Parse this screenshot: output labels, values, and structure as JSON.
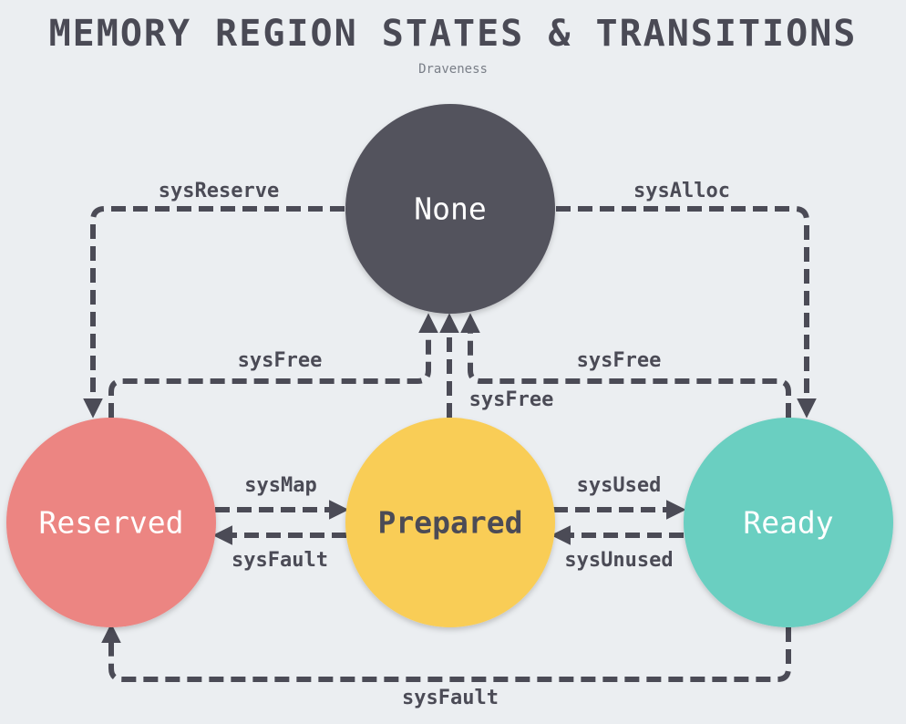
{
  "title": "MEMORY REGION STATES & TRANSITIONS",
  "subtitle": "Draveness",
  "colors": {
    "background": "#ebeef1",
    "edge": "#4b4b56",
    "none": "#53525d",
    "reserved": "#ec8582",
    "prepared": "#f9cd57",
    "ready": "#6acfc1",
    "label_light": "#ffffff",
    "label_dark": "#4b4b56"
  },
  "states": {
    "none": "None",
    "reserved": "Reserved",
    "prepared": "Prepared",
    "ready": "Ready"
  },
  "edges": {
    "sys_reserve": "sysReserve",
    "sys_alloc": "sysAlloc",
    "sys_free_reserved": "sysFree",
    "sys_free_ready": "sysFree",
    "sys_free_prepared": "sysFree",
    "sys_map": "sysMap",
    "sys_fault_prepared": "sysFault",
    "sys_used": "sysUsed",
    "sys_unused": "sysUnused",
    "sys_fault_ready": "sysFault"
  }
}
